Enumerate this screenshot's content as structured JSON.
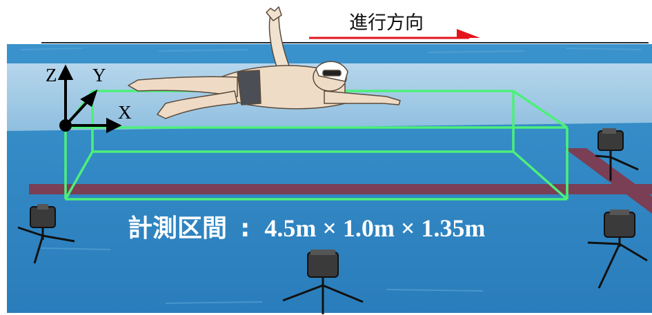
{
  "direction_label": "進行方向",
  "axes": {
    "z": "Z",
    "y": "Y",
    "x": "X"
  },
  "measurement_label": "計測区間",
  "measurement_separator": ":",
  "measurement_value": "4.5m × 1.0m × 1.35m",
  "colors": {
    "pool_surface": "#9fc9e3",
    "pool_water": "#2e86c1",
    "pool_floor": "#2f7fbf",
    "lane_stripe": "#7a3f55",
    "volume_outline": "#4cf07a",
    "direction_arrow": "#e3141c",
    "label_text": "#ffffff",
    "camera_body": "#3a3a3a"
  },
  "icons": [
    "coordinate-axes-icon",
    "swimmer-figure",
    "camera-icon",
    "direction-arrow-icon"
  ]
}
